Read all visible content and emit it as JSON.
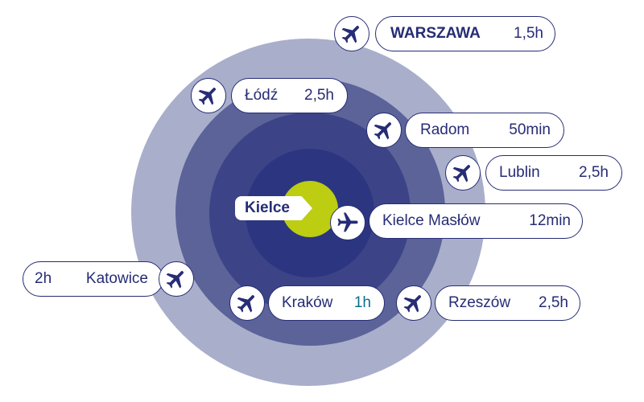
{
  "center": {
    "label": "Kielce",
    "color": "#bccd12"
  },
  "colors": {
    "navy": "#262c75",
    "ring_outer": "#a9aecb",
    "ring_2": "#5b6399",
    "ring_3": "#3c4487",
    "ring_inner": "#2c3580",
    "accent_time": "#0f6f8c"
  },
  "destinations": [
    {
      "id": "warszawa",
      "name": "WARSZAWA",
      "time": "1,5h",
      "icon": "plane-icon"
    },
    {
      "id": "lodz",
      "name": "Łódź",
      "time": "2,5h",
      "icon": "plane-icon"
    },
    {
      "id": "radom",
      "name": "Radom",
      "time": "50min",
      "icon": "plane-icon"
    },
    {
      "id": "lublin",
      "name": "Lublin",
      "time": "2,5h",
      "icon": "plane-icon"
    },
    {
      "id": "kielce-maslow",
      "name": "Kielce Masłów",
      "time": "12min",
      "icon": "plane-icon"
    },
    {
      "id": "katowice",
      "name": "Katowice",
      "time": "2h",
      "icon": "plane-icon"
    },
    {
      "id": "krakow",
      "name": "Kraków",
      "time": "1h",
      "icon": "plane-icon"
    },
    {
      "id": "rzeszow",
      "name": "Rzeszów",
      "time": "2,5h",
      "icon": "plane-icon"
    }
  ]
}
